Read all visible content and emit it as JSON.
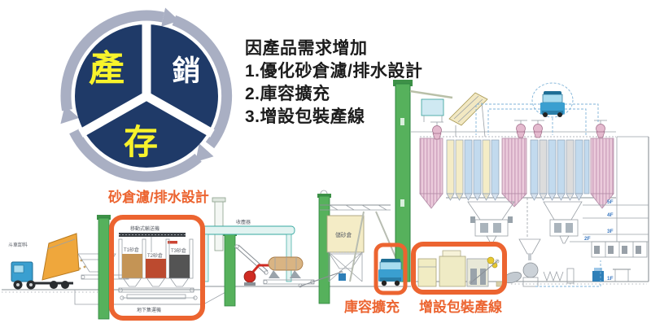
{
  "cycle": {
    "seg_left": "產",
    "seg_right": "銷",
    "seg_bottom": "存"
  },
  "headline": {
    "title": "因產品需求增加",
    "item1": "1.優化砂倉濾/排水設計",
    "item2": "2.庫容擴充",
    "item3": "3.增設包裝產線"
  },
  "callouts": {
    "sand": "砂倉濾/排水設計",
    "capacity": "庫容擴充",
    "packaging": "增設包裝產線"
  },
  "plant": {
    "truck_unload": "斗車卸料",
    "mobile_conveyor": "移動式輸送機",
    "silo_t1": "T1砂倉",
    "silo_t2": "T2砂倉",
    "silo_t3": "T3砂倉",
    "underground_conveyor": "地下集運機",
    "dust_collector": "收塵器",
    "storage_silo": "儲砂倉",
    "floors": [
      "5F",
      "4F",
      "3F",
      "2F",
      "1F"
    ]
  },
  "colors": {
    "navy": "#1F3A68",
    "ring_gray": "#A9AFC3",
    "accent_yellow": "#F8F32B",
    "highlight_orange": "#EC6430",
    "tower_green": "#56B15C",
    "silo_pink": "#EBCBDB",
    "silo_yellow": "#F4ECC6",
    "silo_blue": "#C2DAEE",
    "sand_t1": "#C49455",
    "sand_t2": "#BC4A2F",
    "sand_t3": "#545454",
    "truck_blue": "#3A9FD0",
    "tipper_orange": "#EFA73C"
  }
}
